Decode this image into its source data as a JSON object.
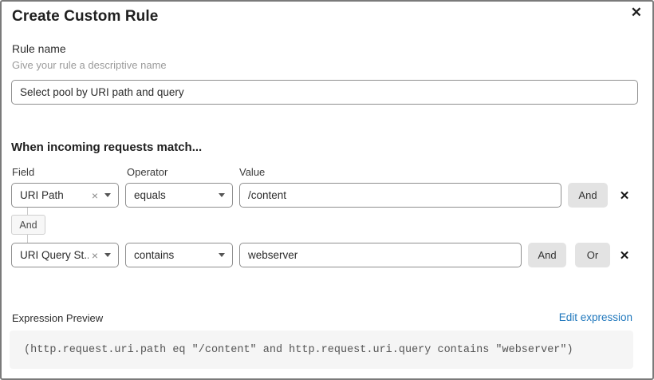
{
  "dialog": {
    "title": "Create Custom Rule"
  },
  "icons": {
    "close": "✕",
    "clear": "×",
    "delete": "✕",
    "dropdown": "▾ (css triangle)"
  },
  "rule_name": {
    "label": "Rule name",
    "helper": "Give your rule a descriptive name",
    "value": "Select pool by URI path and query"
  },
  "matcher": {
    "heading": "When incoming requests match...",
    "columns": {
      "field": "Field",
      "operator": "Operator",
      "value": "Value"
    },
    "connector": "And",
    "rows": [
      {
        "field": "URI Path",
        "operator": "equals",
        "value": "/content",
        "buttons": [
          "And"
        ]
      },
      {
        "field": "URI Query St...",
        "operator": "contains",
        "value": "webserver",
        "buttons": [
          "And",
          "Or"
        ]
      }
    ]
  },
  "expression": {
    "label": "Expression Preview",
    "edit_link": "Edit expression",
    "code": "(http.request.uri.path eq \"/content\" and http.request.uri.query contains \"webserver\")"
  },
  "colors": {
    "link": "#2178bd",
    "button_bg": "#e3e3e3",
    "code_bg": "#f5f5f5",
    "border_gray": "#8f8f8f"
  }
}
